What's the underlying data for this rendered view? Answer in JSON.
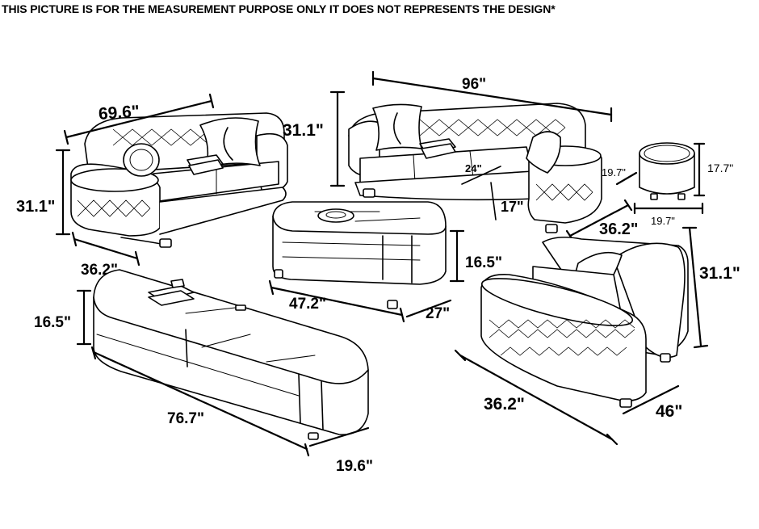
{
  "header": {
    "disclaimer": "THIS PICTURE IS FOR THE MEASUREMENT PURPOSE ONLY IT DOES NOT REPRESENTS THE DESIGN*"
  },
  "loveseat": {
    "width": "69.6\"",
    "height": "31.1\"",
    "depth": "36.2\""
  },
  "sofa": {
    "width": "96\"",
    "height": "31.1\"",
    "seat_depth": "24\"",
    "seat_height": "17\"",
    "depth": "36.2\""
  },
  "side_table": {
    "width": "19.7\"",
    "depth": "19.7\"",
    "height": "17.7\""
  },
  "coffee_table": {
    "width": "47.2\"",
    "depth": "27\"",
    "height": "16.5\""
  },
  "tv_stand": {
    "width": "76.7\"",
    "depth": "19.6\"",
    "height": "16.5\""
  },
  "chair": {
    "width": "36.2\"",
    "depth": "46\"",
    "height": "31.1\""
  }
}
